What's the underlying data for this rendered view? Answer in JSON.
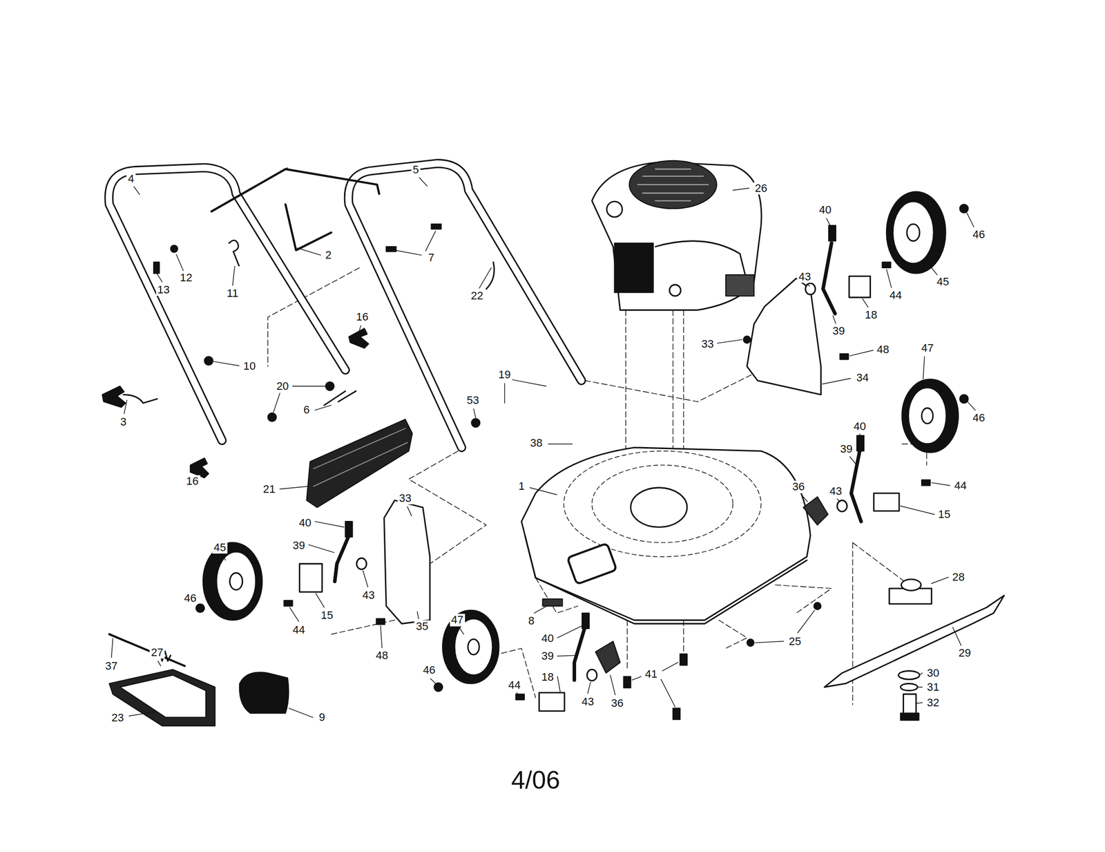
{
  "diagram": {
    "labels": [
      "4",
      "5",
      "26",
      "2",
      "7",
      "13",
      "12",
      "11",
      "22",
      "40",
      "46",
      "45",
      "43",
      "44",
      "39",
      "18",
      "33",
      "48",
      "10",
      "16",
      "20",
      "6",
      "19",
      "34",
      "47",
      "46",
      "3",
      "53",
      "40",
      "16",
      "21",
      "38",
      "1",
      "39",
      "44",
      "36",
      "43",
      "15",
      "33",
      "40",
      "39",
      "45",
      "28",
      "43",
      "15",
      "46",
      "44",
      "35",
      "8",
      "47",
      "48",
      "40",
      "39",
      "18",
      "25",
      "29",
      "41",
      "30",
      "27",
      "37",
      "46",
      "44",
      "43",
      "36",
      "31",
      "32",
      "23",
      "9",
      "4/06"
    ]
  }
}
